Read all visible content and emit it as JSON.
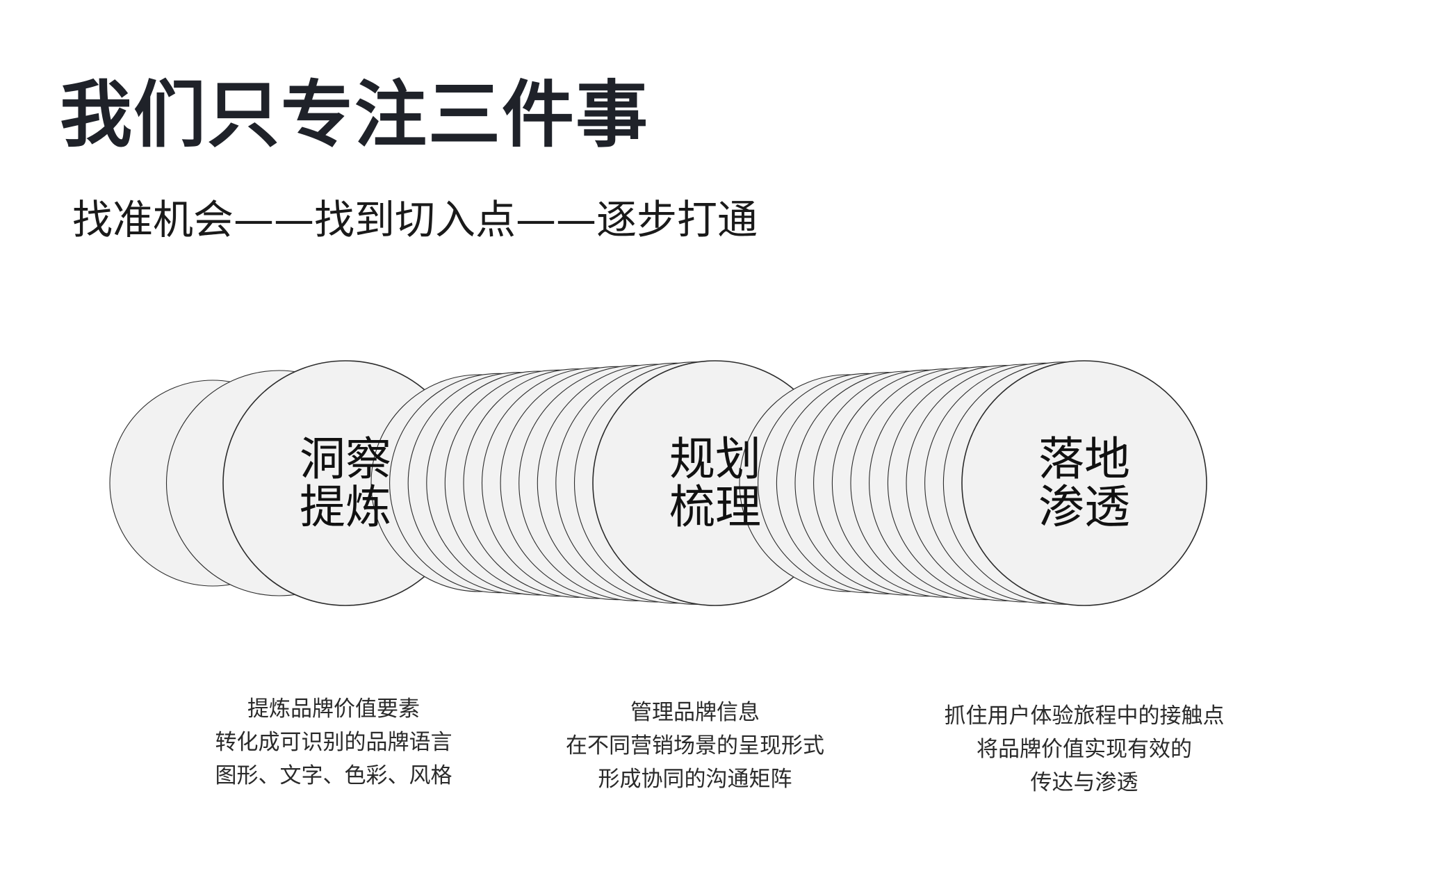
{
  "header": {
    "title": "我们只专注三件事",
    "subtitle": "找准机会——找到切入点——逐步打通"
  },
  "stages": [
    {
      "lines": [
        "洞察",
        "提炼"
      ],
      "description": [
        "提炼品牌价值要素",
        "转化成可识别的品牌语言",
        "图形、文字、色彩、风格"
      ]
    },
    {
      "lines": [
        "规划",
        "梳理"
      ],
      "description": [
        "管理品牌信息",
        "在不同营销场景的呈现形式",
        "形成协同的沟通矩阵"
      ]
    },
    {
      "lines": [
        "落地",
        "渗透"
      ],
      "description": [
        "抓住用户体验旅程中的接触点",
        "将品牌价值实现有效的",
        "传达与渗透"
      ]
    }
  ],
  "colors": {
    "circle_fill": "#f2f2f2",
    "circle_stroke": "#2b2b2b",
    "title": "#1f2229",
    "text": "#2a2a2a"
  }
}
